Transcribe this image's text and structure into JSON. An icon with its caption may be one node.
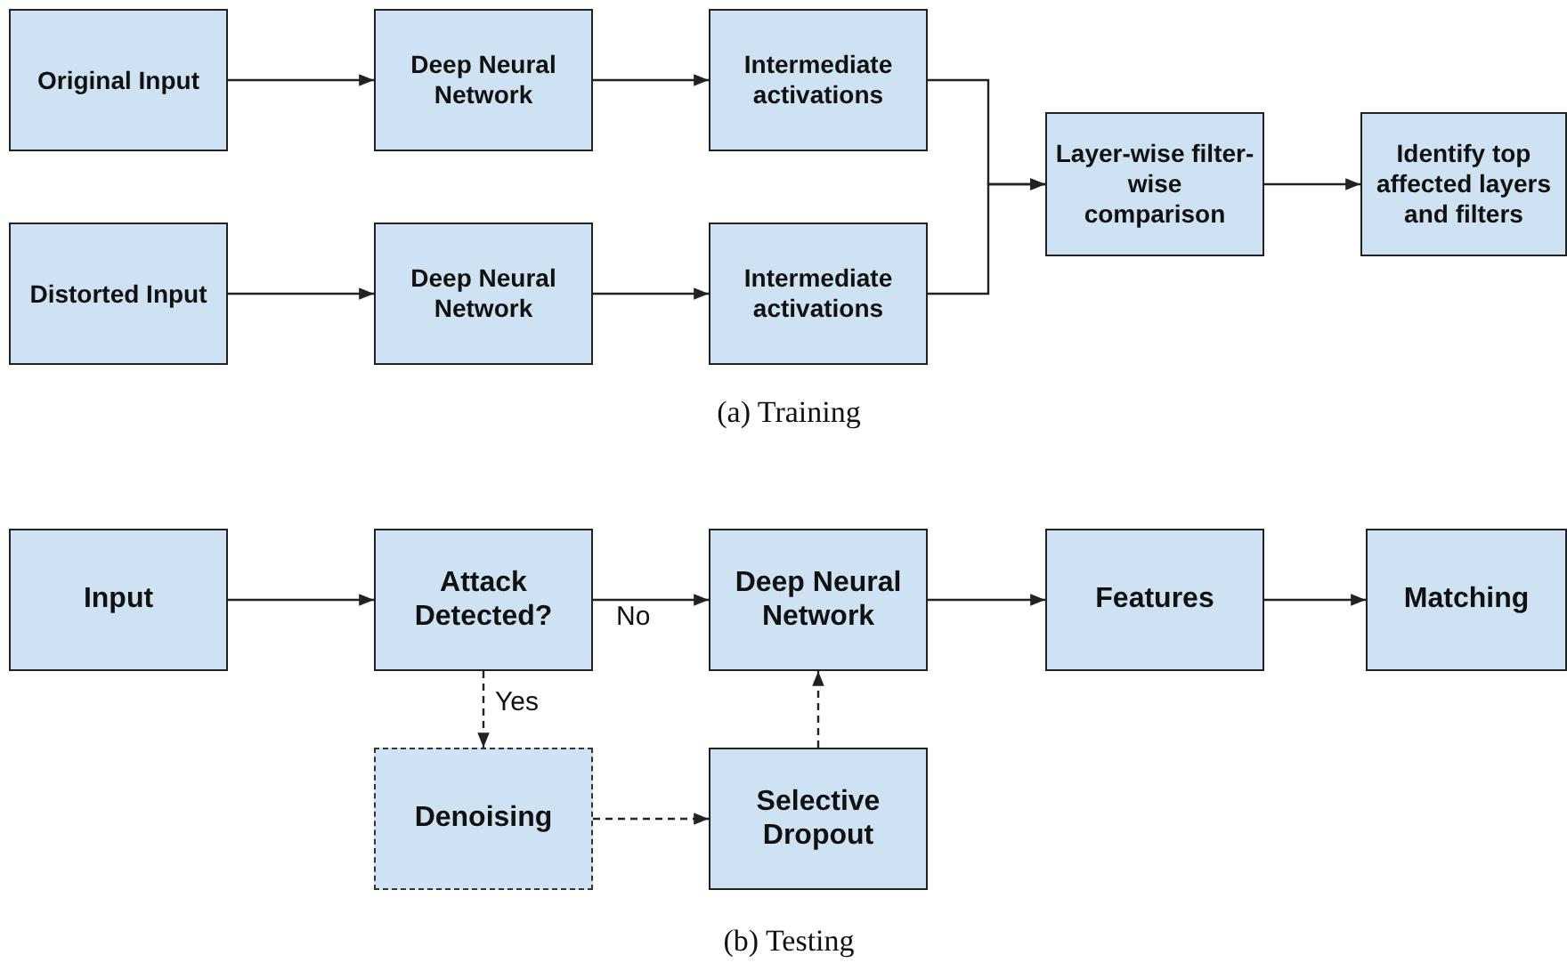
{
  "diagram": {
    "nodes": [
      {
        "text": [
          "Original Input"
        ]
      },
      {
        "text": [
          "Deep Neural Network"
        ]
      },
      {
        "text": [
          "Intermediate activations"
        ]
      },
      {
        "text": [
          "Distorted Input"
        ]
      },
      {
        "text": [
          "Deep Neural Network"
        ]
      },
      {
        "text": [
          "Intermediate activations"
        ]
      },
      {
        "text": [
          "Layer-wise filter-wise comparison"
        ]
      },
      {
        "text": [
          "Identify top affected layers and filters"
        ]
      },
      {
        "text": [
          "Input"
        ]
      },
      {
        "text": [
          "Attack Detected?"
        ]
      },
      {
        "text": [
          "Deep Neural Network"
        ]
      },
      {
        "text": [
          "Features"
        ]
      },
      {
        "text": [
          "Matching"
        ]
      },
      {
        "text": [
          "Denoising"
        ]
      },
      {
        "text": [
          "Selective Dropout"
        ]
      }
    ],
    "edges": [
      {
        "from": 0,
        "to": 1,
        "arrow": "to"
      },
      {
        "from": 1,
        "to": 2,
        "arrow": "to"
      },
      {
        "from": 3,
        "to": 4,
        "arrow": "to"
      },
      {
        "from": 4,
        "to": 5,
        "arrow": "to"
      },
      {
        "from": 2,
        "to": 6,
        "arrow": "to"
      },
      {
        "from": 5,
        "to": 6,
        "arrow": "to"
      },
      {
        "from": 6,
        "to": 7,
        "arrow": "to"
      },
      {
        "from": 8,
        "to": 9,
        "arrow": "to"
      },
      {
        "from": 9,
        "to": 10,
        "arrow": "to",
        "label": "No"
      },
      {
        "from": 10,
        "to": 11,
        "arrow": "to"
      },
      {
        "from": 11,
        "to": 12,
        "arrow": "to"
      },
      {
        "from": 9,
        "to": 13,
        "arrow": "to",
        "label": "Yes",
        "style": "dashed"
      },
      {
        "from": 13,
        "to": 14,
        "arrow": "to",
        "style": "dashed"
      },
      {
        "from": 14,
        "to": 10,
        "arrow": "to",
        "style": "dashed"
      }
    ],
    "labels": [
      "(a) Training",
      "(b) Testing"
    ]
  }
}
